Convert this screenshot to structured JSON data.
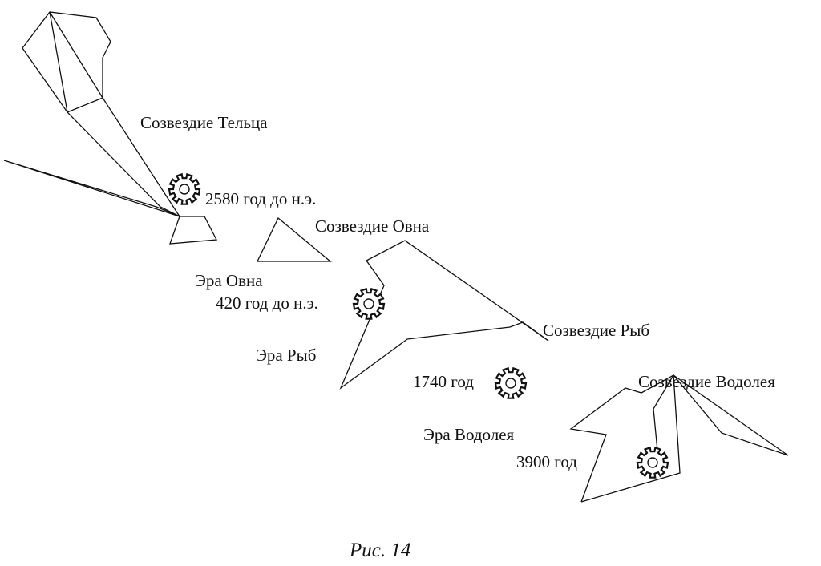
{
  "labels": {
    "taurus": "Созвездие Тельца",
    "aries": "Созвездие Овна",
    "pisces": "Созвездие Рыб",
    "aquarius": "Созвездие Водолея",
    "era_aries": "Эра Овна",
    "era_pisces": "Эра Рыб",
    "era_aquarius": "Эра Водолея",
    "year_2580": "2580 год до н.э.",
    "year_420": "420 год до н.э.",
    "year_1740": "1740 год",
    "year_3900": "3900 год"
  },
  "caption": "Рис. 14",
  "colors": {
    "ink": "#111111"
  }
}
